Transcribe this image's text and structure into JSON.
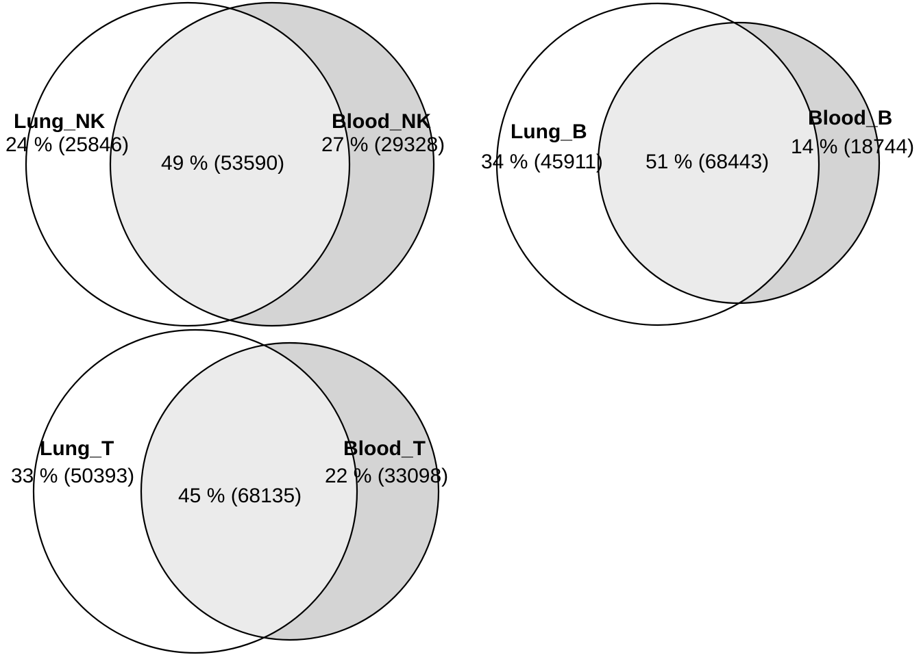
{
  "figure": {
    "type": "venn-diagram-panel",
    "background_color": "#FFFFFF",
    "outline_color": "#000000",
    "left_only_fill": "#FFFFFF",
    "right_only_fill": "#D4D4D4",
    "intersection_fill": "#EBEBEB"
  },
  "chart_data": {
    "type": "venn",
    "title": "",
    "panels": [
      {
        "id": "nk",
        "left_set": {
          "name": "Lung_NK",
          "percent_label": "24 %",
          "count": 25846,
          "value_label": "24 % (25846)"
        },
        "right_set": {
          "name": "Blood_NK",
          "percent_label": "27 %",
          "count": 29328,
          "value_label": "27 % (29328)"
        },
        "intersection": {
          "percent_label": "49 %",
          "count": 53590,
          "value_label": "49 % (53590)"
        }
      },
      {
        "id": "b",
        "left_set": {
          "name": "Lung_B",
          "percent_label": "34 %",
          "count": 45911,
          "value_label": "34 % (45911)"
        },
        "right_set": {
          "name": "Blood_B",
          "percent_label": "14 %",
          "count": 18744,
          "value_label": "14 % (18744)"
        },
        "intersection": {
          "percent_label": "51 %",
          "count": 68443,
          "value_label": "51 % (68443)"
        }
      },
      {
        "id": "t",
        "left_set": {
          "name": "Lung_T",
          "percent_label": "33 %",
          "count": 50393,
          "value_label": "33 % (50393)"
        },
        "right_set": {
          "name": "Blood_T",
          "percent_label": "22 %",
          "count": 33098,
          "value_label": "22 % (33098)"
        },
        "intersection": {
          "percent_label": "45 %",
          "count": 68135,
          "value_label": "45 % (68135)"
        }
      }
    ]
  }
}
